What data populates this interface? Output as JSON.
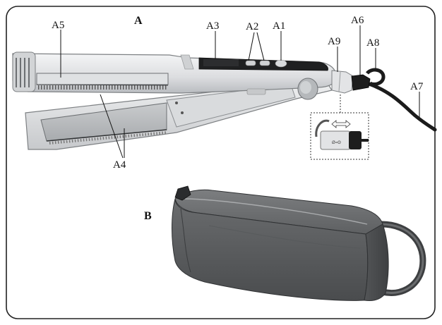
{
  "sections": {
    "a": "A",
    "b": "B"
  },
  "callouts": {
    "a1": "A1",
    "a2": "A2",
    "a3": "A3",
    "a4": "A4",
    "a5": "A5",
    "a6": "A6",
    "a7": "A7",
    "a8": "A8",
    "a9": "A9"
  },
  "inset": {
    "label": "Ø=Θ"
  },
  "colors": {
    "frame": "#222222",
    "body": "#e3e4e5",
    "plate": "#bdbfc1",
    "dark": "#1d1d1d",
    "bag": "#5a5c5e"
  }
}
